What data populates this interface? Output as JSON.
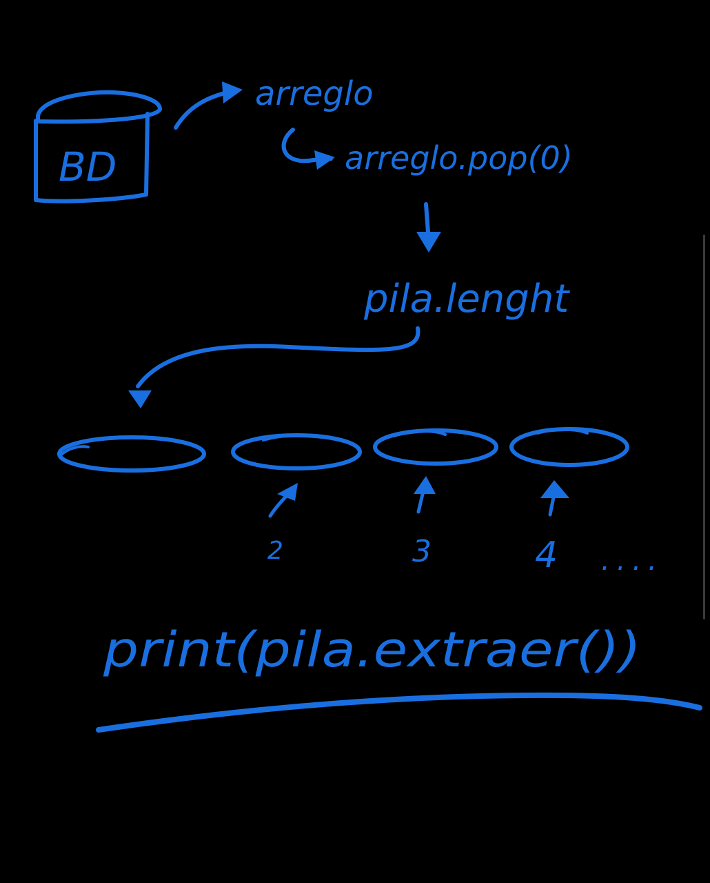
{
  "colors": {
    "background": "#000000",
    "ink": "#1a6fe0",
    "scrollbar": "#3a3a3a"
  },
  "database": {
    "label": "BD"
  },
  "labels": {
    "array": "arreglo",
    "pop_call": "arreglo.pop(0)",
    "stack_length": "pila.lenght",
    "print_call": "print(pila.extraer())",
    "ellipsis": "...."
  },
  "slots": [
    {
      "number": ""
    },
    {
      "number": "2"
    },
    {
      "number": "3"
    },
    {
      "number": "4"
    }
  ]
}
